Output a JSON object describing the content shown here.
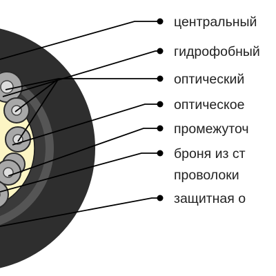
{
  "colors": {
    "outer_sheath": "#2e2e2e",
    "armor": "#555555",
    "gel_filling": "#fcf5c4",
    "module_fill": "#a8a8a8",
    "module_stroke": "#2a2a2a",
    "leader_line": "#000000",
    "label_text": "#222222"
  },
  "labels": [
    {
      "id": "central",
      "text": "центральный"
    },
    {
      "id": "hydrophobic",
      "text": "гидрофобный"
    },
    {
      "id": "optical-module",
      "text": "оптический"
    },
    {
      "id": "optical-fiber",
      "text": "оптическое"
    },
    {
      "id": "intermediate",
      "text": "промежуточ"
    },
    {
      "id": "armor-line1",
      "text": "броня из ст"
    },
    {
      "id": "armor-line2",
      "text": "проволоки"
    },
    {
      "id": "protective",
      "text": "защитная о"
    }
  ]
}
